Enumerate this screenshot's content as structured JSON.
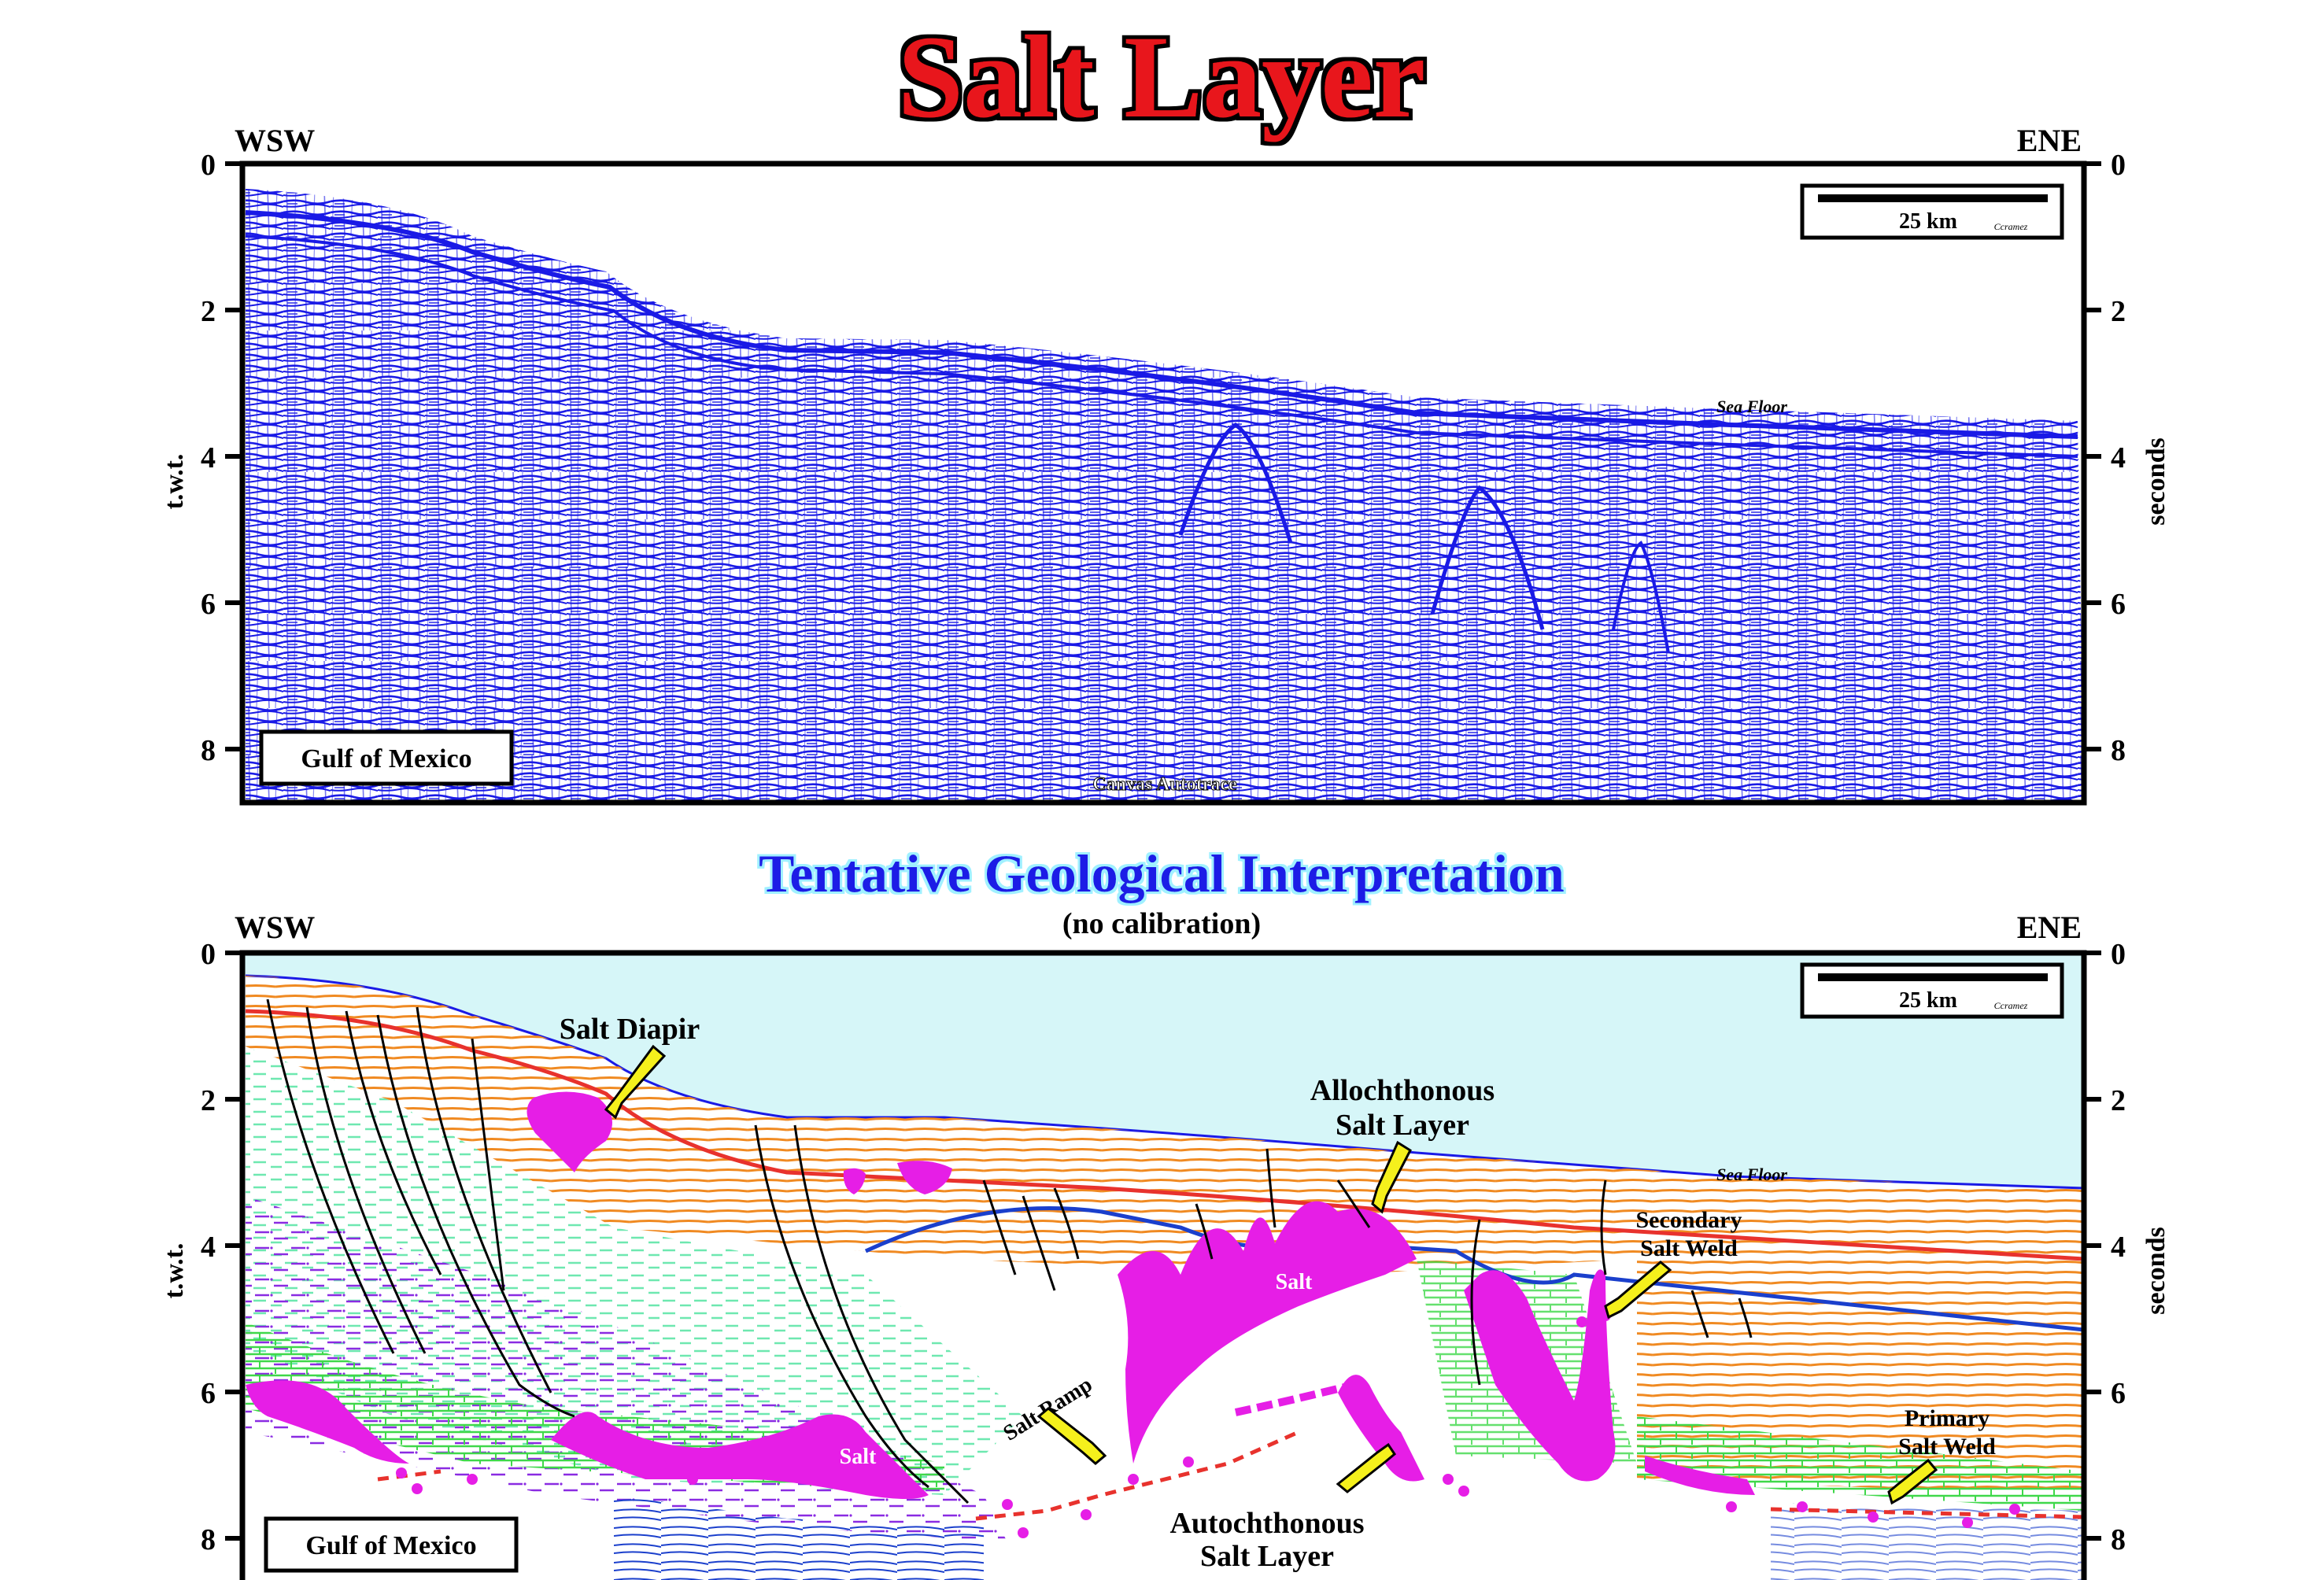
{
  "title": "Salt Layer",
  "colors": {
    "title_red": "#e8141b",
    "seismic_blue": "#1a1ae6",
    "sea_blue": "#d6f6f8",
    "salt_magenta": "#e61ee6",
    "horizon_red": "#e8322d",
    "horizon_blue": "#1a3fcc",
    "orange_sediment": "#f08a22",
    "green_sediment": "#3fd84a",
    "mint_sediment": "#6ee8b0",
    "purple_sediment": "#8a2be2"
  },
  "top_panel": {
    "left_direction": "WSW",
    "right_direction": "ENE",
    "left_axis_label": "t.w.t.",
    "right_axis_label": "seconds",
    "y_ticks": [
      "0",
      "2",
      "4",
      "6",
      "8"
    ],
    "scale_bar_label": "25 km",
    "credit": "Ccramez",
    "sea_floor_label": "Sea Floor",
    "location_label": "Gulf of Mexico",
    "method_label": "Canvas Autotrace"
  },
  "bottom_panel": {
    "heading": "Tentative Geological Interpretation",
    "subheading": "(no calibration)",
    "left_direction": "WSW",
    "right_direction": "ENE",
    "left_axis_label": "t.w.t.",
    "right_axis_label": "seconds",
    "y_ticks": [
      "0",
      "2",
      "4",
      "6",
      "8"
    ],
    "scale_bar_label": "25 km",
    "credit": "Ccramez",
    "sea_floor_label": "Sea Floor",
    "location_label": "Gulf of Mexico",
    "annotations": {
      "salt_diapir": "Salt Diapir",
      "allochthonous_1": "Allochthonous",
      "allochthonous_2": "Salt Layer",
      "salt_mid": "Salt",
      "salt_left": "Salt",
      "salt_ramp": "Salt Ramp",
      "secondary_weld_1": "Secondary",
      "secondary_weld_2": "Salt Weld",
      "primary_weld_1": "Primary",
      "primary_weld_2": "Salt Weld",
      "autochthonous_1": "Autochthonous",
      "autochthonous_2": "Salt Layer"
    }
  }
}
